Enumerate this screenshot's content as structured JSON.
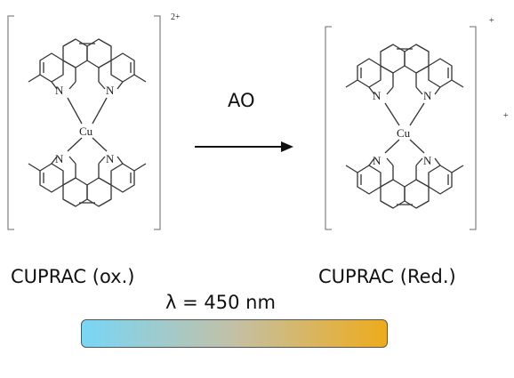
{
  "reaction": {
    "reagent_label": "AO",
    "left": {
      "name": "CUPRAC (ox.)",
      "charge": "2+"
    },
    "right": {
      "name": "CUPRAC (Red.)",
      "charge_top": "+",
      "charge_side": "+"
    }
  },
  "atoms": {
    "nitrogen": "N",
    "copper": "Cu"
  },
  "wavelength": "λ = 450 nm",
  "colors": {
    "bar_start": "#78d6f6",
    "bar_mid": "#c3c0a6",
    "bar_end": "#eeab1c",
    "bond": "#333333",
    "bracket": "#888888"
  }
}
